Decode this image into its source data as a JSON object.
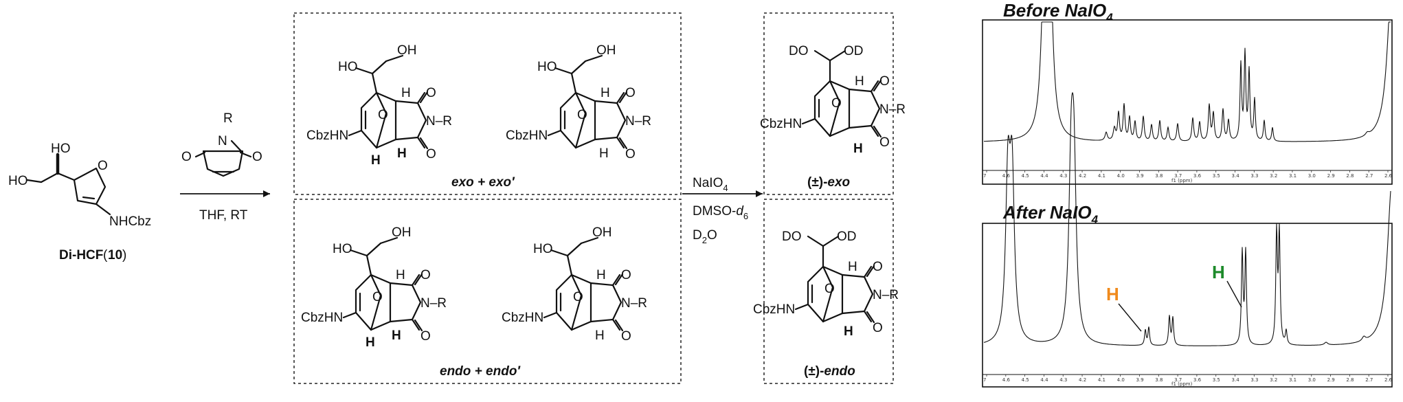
{
  "colors": {
    "ink": "#111111",
    "red_h": "#e0201b",
    "blue_h": "#1f2bd9",
    "green_h": "#1d8a2a",
    "orange_h": "#f08a1c"
  },
  "starting_material": {
    "ho_top": "HO",
    "ho_left": "HO",
    "o_ring": "O",
    "nhcbz": "NHCbz",
    "name": "Di-HCF",
    "compound_number": "10"
  },
  "reagent": {
    "r": "R",
    "n": "N",
    "o_left": "O",
    "o_right": "O",
    "conditions": "THF, RT"
  },
  "adduct_labels": {
    "ho": "HO",
    "oh": "OH",
    "o": "O",
    "n_r": "N–R",
    "h": "H",
    "cbzhn": "CbzHN"
  },
  "boxes": {
    "exo_caption": "exo + exo′",
    "endo_caption": "endo + endo′"
  },
  "conditions2": {
    "reagent": "NaIO",
    "reagent_sub": "4",
    "solvent": "DMSO-",
    "solvent_italic": "d",
    "solvent_sub": "6",
    "d2o": "D",
    "d2o_sub": "2",
    "d2o_tail": "O"
  },
  "products": {
    "do_left": "DO",
    "od_right": "OD",
    "exo_caption_pm": "(±)-",
    "exo_caption": "exo",
    "endo_caption_pm": "(±)-",
    "endo_caption": "endo"
  },
  "spectra": {
    "before_title": "Before NaIO",
    "after_title": "After NaIO",
    "title_sub": "4",
    "axis_label": "f1 (ppm)",
    "ticks": [
      "7",
      "4.6",
      "4.5",
      "4.4",
      "4.3",
      "4.2",
      "4.1",
      "4.0",
      "3.9",
      "3.8",
      "3.7",
      "3.6",
      "3.5",
      "3.4",
      "3.3",
      "3.2",
      "3.1",
      "3.0",
      "2.9",
      "2.8",
      "2.7",
      "2.6"
    ],
    "annotation_orange": "H",
    "annotation_green": "H"
  }
}
